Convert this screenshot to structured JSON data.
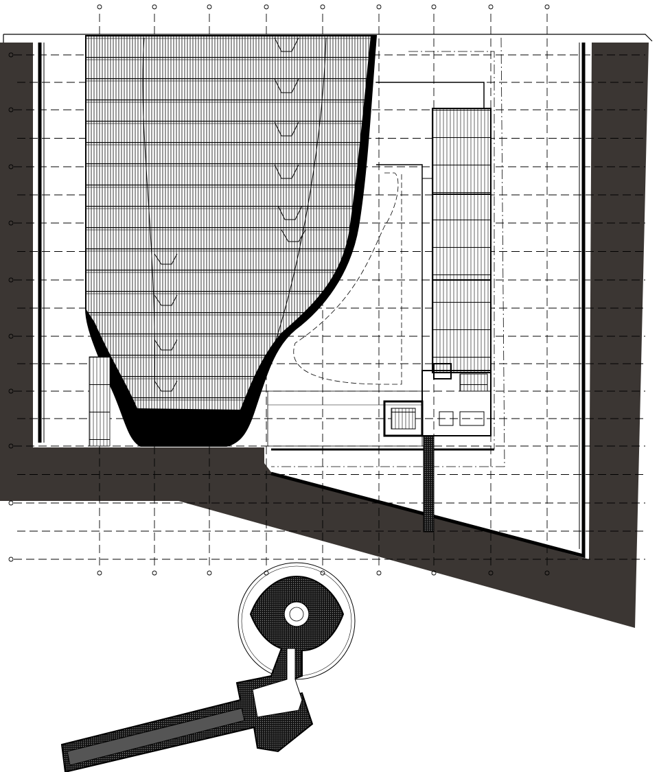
{
  "drawing": {
    "type": "architectural floor plan",
    "colors": {
      "background": "#ffffff",
      "earth_wall": "#3b3633",
      "linework": "#000000",
      "grid": "#000000"
    },
    "grid_columns": 9,
    "grid_rows": 10
  }
}
